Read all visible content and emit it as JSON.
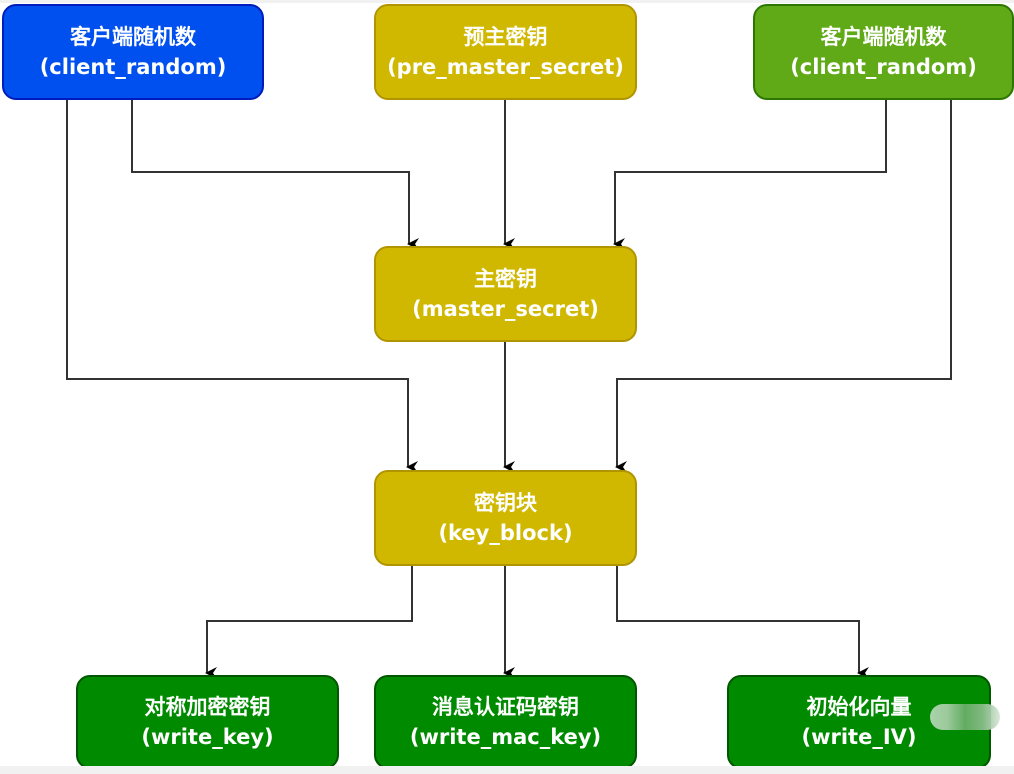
{
  "diagram": {
    "title": "TLS key derivation",
    "nodes": {
      "client_random_left": {
        "line1": "客户端随机数",
        "line2": "(client_random)",
        "fill": "#0050ef",
        "stroke": "#001dbc"
      },
      "pre_master_secret": {
        "line1": "预主密钥",
        "line2": "(pre_master_secret)",
        "fill": "#d1b800",
        "stroke": "#b09500"
      },
      "client_random_right": {
        "line1": "客户端随机数",
        "line2": "(client_random)",
        "fill": "#60a917",
        "stroke": "#2d7600"
      },
      "master_secret": {
        "line1": "主密钥",
        "line2": "(master_secret)",
        "fill": "#d1b800",
        "stroke": "#b09500"
      },
      "key_block": {
        "line1": "密钥块",
        "line2": "(key_block)",
        "fill": "#d1b800",
        "stroke": "#b09500"
      },
      "write_key": {
        "line1": "对称加密密钥",
        "line2": "(write_key)",
        "fill": "#008a00",
        "stroke": "#005700"
      },
      "write_mac_key": {
        "line1": "消息认证码密钥",
        "line2": "(write_mac_key)",
        "fill": "#008a00",
        "stroke": "#005700"
      },
      "write_iv": {
        "line1": "初始化向量",
        "line2": "(write_IV)",
        "fill": "#008a00",
        "stroke": "#005700"
      }
    },
    "edges": [
      {
        "from": "client_random_left",
        "to": "master_secret"
      },
      {
        "from": "pre_master_secret",
        "to": "master_secret"
      },
      {
        "from": "client_random_right",
        "to": "master_secret"
      },
      {
        "from": "client_random_left",
        "to": "key_block"
      },
      {
        "from": "master_secret",
        "to": "key_block"
      },
      {
        "from": "client_random_right",
        "to": "key_block"
      },
      {
        "from": "key_block",
        "to": "write_key"
      },
      {
        "from": "key_block",
        "to": "write_mac_key"
      },
      {
        "from": "key_block",
        "to": "write_iv"
      }
    ],
    "edge_color": "#333333"
  }
}
